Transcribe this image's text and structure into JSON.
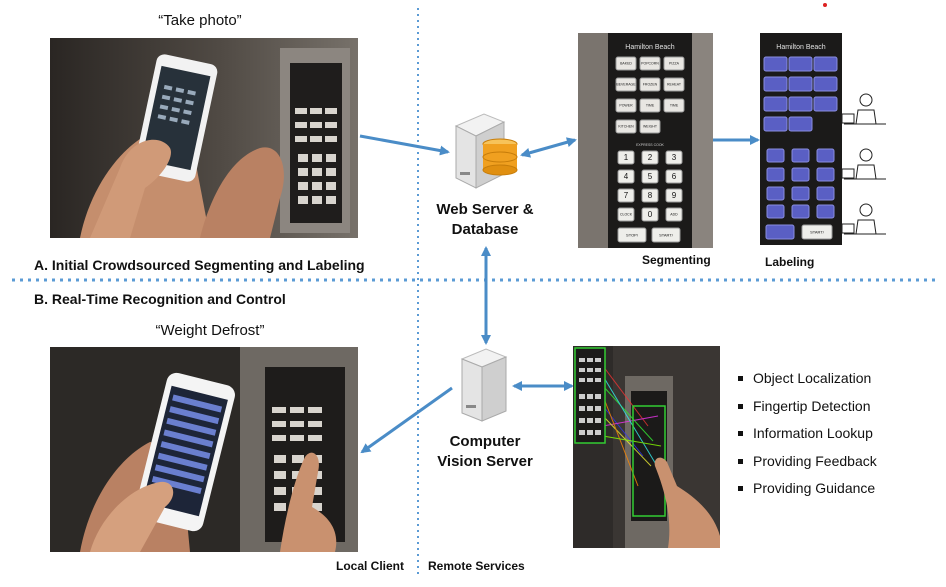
{
  "captions": {
    "take_photo": "“Take photo”",
    "weight_defrost": "“Weight Defrost”"
  },
  "sections": {
    "a": "A. Initial Crowdsourced Segmenting and Labeling",
    "b": "B. Real-Time Recognition and Control"
  },
  "servers": {
    "web": [
      "Web Server &",
      "Database"
    ],
    "cv": [
      "Computer",
      "Vision Server"
    ]
  },
  "panel_labels": {
    "segmenting": "Segmenting",
    "labeling": "Labeling"
  },
  "footer": {
    "local": "Local Client",
    "remote": "Remote Services"
  },
  "brand": "Hamilton Beach",
  "cv_features": [
    "Object Localization",
    "Fingertip Detection",
    "Information Lookup",
    "Providing Feedback",
    "Providing Guidance"
  ],
  "keypad": {
    "function_keys": [
      [
        "BAKED POTATO",
        "POPCORN",
        "PIZZA"
      ],
      [
        "BEVERAGE",
        "FROZEN DINNER",
        "REHEAT"
      ],
      [
        "POWER LEVEL",
        "TIME COOK",
        "TIME DEFROST"
      ],
      [
        "KITCHEN TIMER",
        "WEIGHT DEFROST",
        ""
      ]
    ],
    "express_label": "EXPRESS COOK",
    "digits": [
      [
        "1",
        "2",
        "3"
      ],
      [
        "4",
        "5",
        "6"
      ],
      [
        "7",
        "8",
        "9"
      ]
    ],
    "bottom_keys": [
      "CLOCK",
      "0",
      "ADD 30 SEC"
    ],
    "action_keys": [
      "STOP/ CLEAR",
      "START/ PAUSE"
    ]
  },
  "colors": {
    "arrow": "#4a8cc7",
    "divider": "#5b9bd5",
    "label_button": "#5a5fc4",
    "database": "#f0a020"
  }
}
